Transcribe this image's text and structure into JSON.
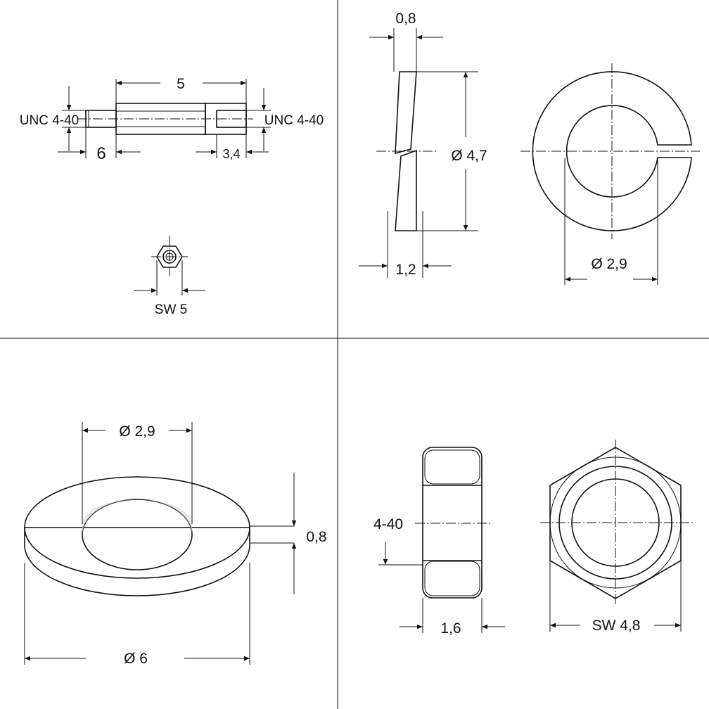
{
  "panels": {
    "spacer": {
      "length": "5",
      "thread_left": "UNC 4-40",
      "thread_right": "UNC 4-40",
      "stud_length": "6",
      "thread_depth": "3,4",
      "hex_size": "SW 5"
    },
    "lock_washer": {
      "thickness": "0,8",
      "outer_diameter": "Ø 4,7",
      "width": "1,2",
      "inner_diameter": "Ø 2,9"
    },
    "flat_washer": {
      "inner_diameter": "Ø 2,9",
      "thickness": "0,8",
      "outer_diameter": "Ø 6"
    },
    "hex_nut": {
      "thread": "4-40",
      "height": "1,6",
      "hex_size": "SW 4,8"
    }
  }
}
